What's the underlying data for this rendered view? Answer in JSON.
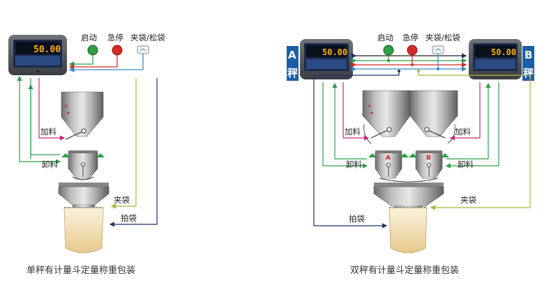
{
  "left": {
    "display_value": "50.00",
    "controls": {
      "start": "启动",
      "estop": "急停",
      "clamp": "夹袋/松袋"
    },
    "labels": {
      "feed": "加料",
      "discharge": "卸料",
      "clamp_bag": "夹袋",
      "pat_bag": "拍袋"
    },
    "caption": "单秤有计量斗定量称重包装"
  },
  "right": {
    "display_value_a": "50.00",
    "display_value_b": "50.00",
    "scale_a": {
      "letter": "A",
      "char": "秤"
    },
    "scale_b": {
      "letter": "B",
      "char": "秤"
    },
    "hopper_a": "A",
    "hopper_b": "B",
    "controls": {
      "start": "启动",
      "estop": "急停",
      "clamp": "夹袋/松袋"
    },
    "labels": {
      "feed_a": "加料",
      "feed_b": "加料",
      "discharge_a": "卸料",
      "discharge_b": "卸料",
      "clamp_bag": "夹袋",
      "pat_bag": "拍袋"
    },
    "caption": "双秤有计量斗定量称重包装"
  },
  "colors": {
    "wire_green": "#2f9e44",
    "wire_red": "#d62828",
    "wire_blue": "#3a86c8",
    "wire_navy": "#1f2d6b",
    "wire_olive": "#a6b83a",
    "wire_magenta": "#c0287a",
    "side_tab": "#1b5fa8"
  }
}
